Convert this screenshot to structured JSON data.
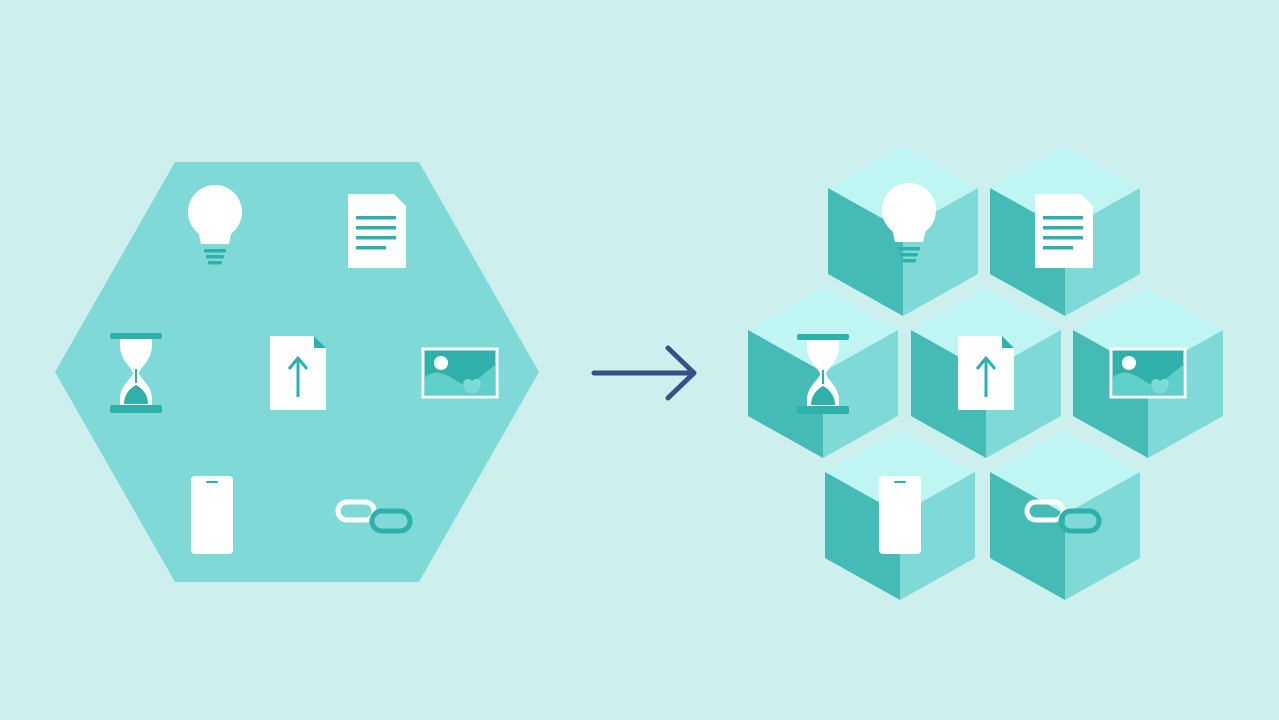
{
  "colors": {
    "background": "#cdefee",
    "hexagon": "#7fdad7",
    "cube_top": "#bff5f3",
    "cube_left": "#44bbb5",
    "cube_right": "#7fdad7",
    "icon_white": "#ffffff",
    "icon_accent": "#2fb0aa",
    "arrow": "#3a4f85"
  },
  "diagram": {
    "source_shape": "hexagon",
    "connector": "arrow-right",
    "target_shape": "cube-cluster",
    "icons": [
      "lightbulb",
      "document",
      "hourglass",
      "file-upload",
      "image",
      "smartphone",
      "link"
    ]
  }
}
